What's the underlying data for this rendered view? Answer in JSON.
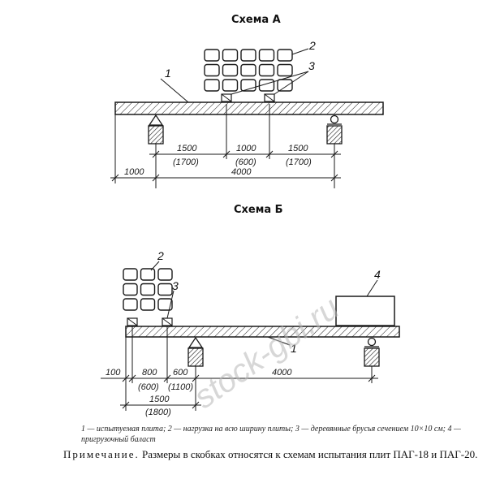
{
  "scheme_a": {
    "title": "Схема А",
    "labels": {
      "plate": "1",
      "load": "2",
      "bars": "3"
    },
    "dims_top": [
      "1500",
      "1000",
      "1500"
    ],
    "dims_top_alt": [
      "(1700)",
      "(600)",
      "(1700)"
    ],
    "overhang": "1000",
    "span": "4000"
  },
  "scheme_b": {
    "title": "Схема Б",
    "labels": {
      "load": "2",
      "bars": "3",
      "ballast": "4",
      "plate": "1"
    },
    "dims": [
      "100",
      "800",
      "600",
      "4000"
    ],
    "dims_alt": [
      "(600)",
      "(1100)"
    ],
    "total": "1500",
    "total_alt": "(1800)"
  },
  "legend": "1 — испытуемая плита; 2 — нагрузка на всю ширину плиты; 3 — деревянные брусья сечением 10×10 см; 4 — пригрузочный баласт",
  "note_label": "Примечание.",
  "note_text": "Размеры в скобках относятся к схемам испытания плит ПАГ-18 и ПАГ-20.",
  "watermark": "stock-gbi.ru",
  "colors": {
    "ink": "#1a1a1a",
    "watermark": "#b8b8b8"
  }
}
